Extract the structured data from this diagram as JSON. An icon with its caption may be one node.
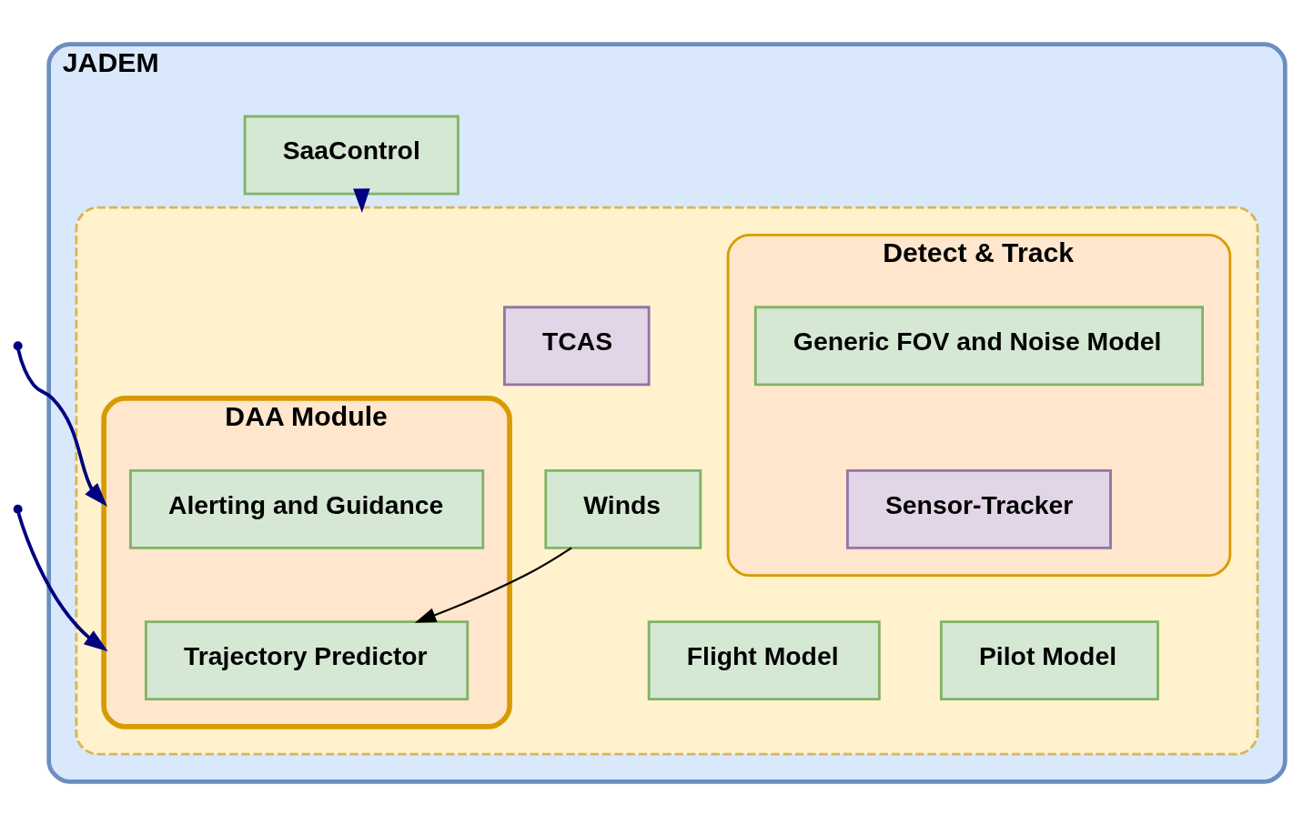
{
  "diagram": {
    "nodes": [
      {
        "text": [
          "JADEM"
        ]
      },
      {
        "text": [
          "SaaControl"
        ],
        "in": 0
      },
      {
        "text": [],
        "shape": "box",
        "in": 0
      },
      {
        "text": [
          "DAA Module"
        ],
        "in": 2
      },
      {
        "text": [
          "Alerting and Guidance"
        ],
        "in": 3
      },
      {
        "text": [
          "Trajectory Predictor"
        ],
        "in": 3
      },
      {
        "text": [
          "TCAS"
        ],
        "in": 2
      },
      {
        "text": [
          "Detect & Track"
        ],
        "in": 2
      },
      {
        "text": [
          "Generic FOV and Noise Model"
        ],
        "in": 7
      },
      {
        "text": [
          "Sensor-Tracker"
        ],
        "in": 7
      },
      {
        "text": [
          "Winds"
        ],
        "in": 2
      },
      {
        "text": [
          "Pilot Model"
        ],
        "in": 2
      },
      {
        "text": [
          "Flight Model"
        ],
        "in": 2
      }
    ],
    "edges": [
      {
        "from": 1,
        "to": 2,
        "arrow": "to"
      },
      {
        "from": null,
        "to": 3,
        "arrow": "to"
      },
      {
        "from": null,
        "to": 3,
        "arrow": "to"
      },
      {
        "from": 10,
        "to": 5,
        "arrow": "to",
        "color": "#000000"
      }
    ]
  }
}
